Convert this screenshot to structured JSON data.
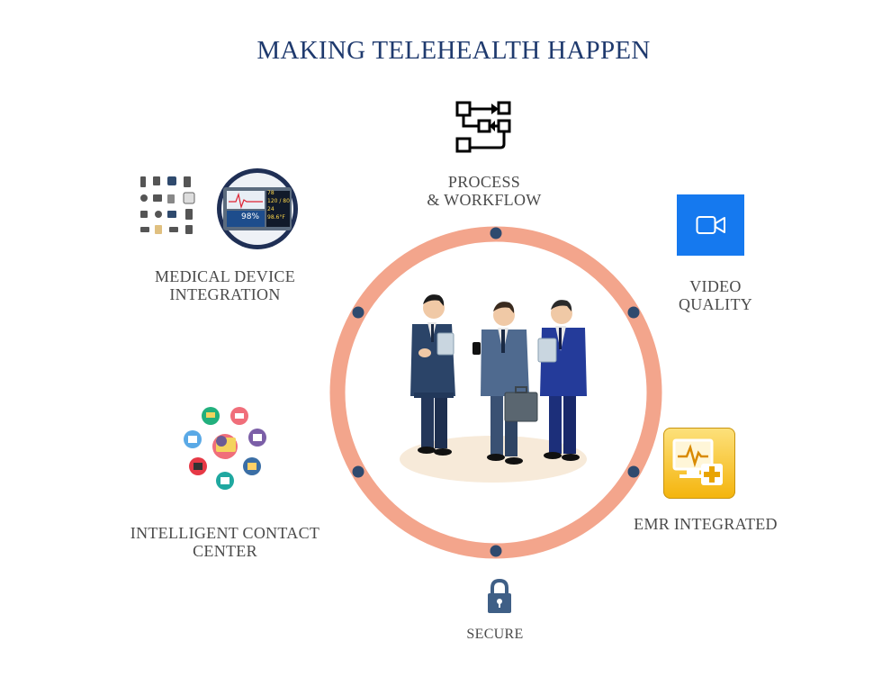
{
  "title": "MAKING TELEHEALTH HAPPEN",
  "nodes": {
    "process": {
      "line1": "PROCESS",
      "line2": "& WORKFLOW",
      "icon": "workflow-icon"
    },
    "video": {
      "line1": "VIDEO",
      "line2": "QUALITY",
      "icon": "video-camera-icon"
    },
    "emr": {
      "line1": "EMR INTEGRATED",
      "icon": "emr-monitor-icon"
    },
    "secure": {
      "line1": "SECURE",
      "icon": "padlock-icon"
    },
    "contact": {
      "line1": "INTELLIGENT CONTACT",
      "line2": "CENTER",
      "icon": "contact-center-icon"
    },
    "medical": {
      "line1": "MEDICAL DEVICE",
      "line2": "INTEGRATION",
      "icon": "medical-devices-icon"
    }
  },
  "monitor_readouts": [
    "78",
    "120 / 80",
    "24",
    "98.6°F",
    "98%"
  ],
  "colors": {
    "title": "#1f3a6e",
    "ring": "#f3a58c",
    "ring_dot": "#2f4a6e",
    "video_bg": "#1579ef",
    "emr_bg": "#f4b40c",
    "lock": "#3f5f86"
  },
  "center_image": "three-businessmen-illustration"
}
